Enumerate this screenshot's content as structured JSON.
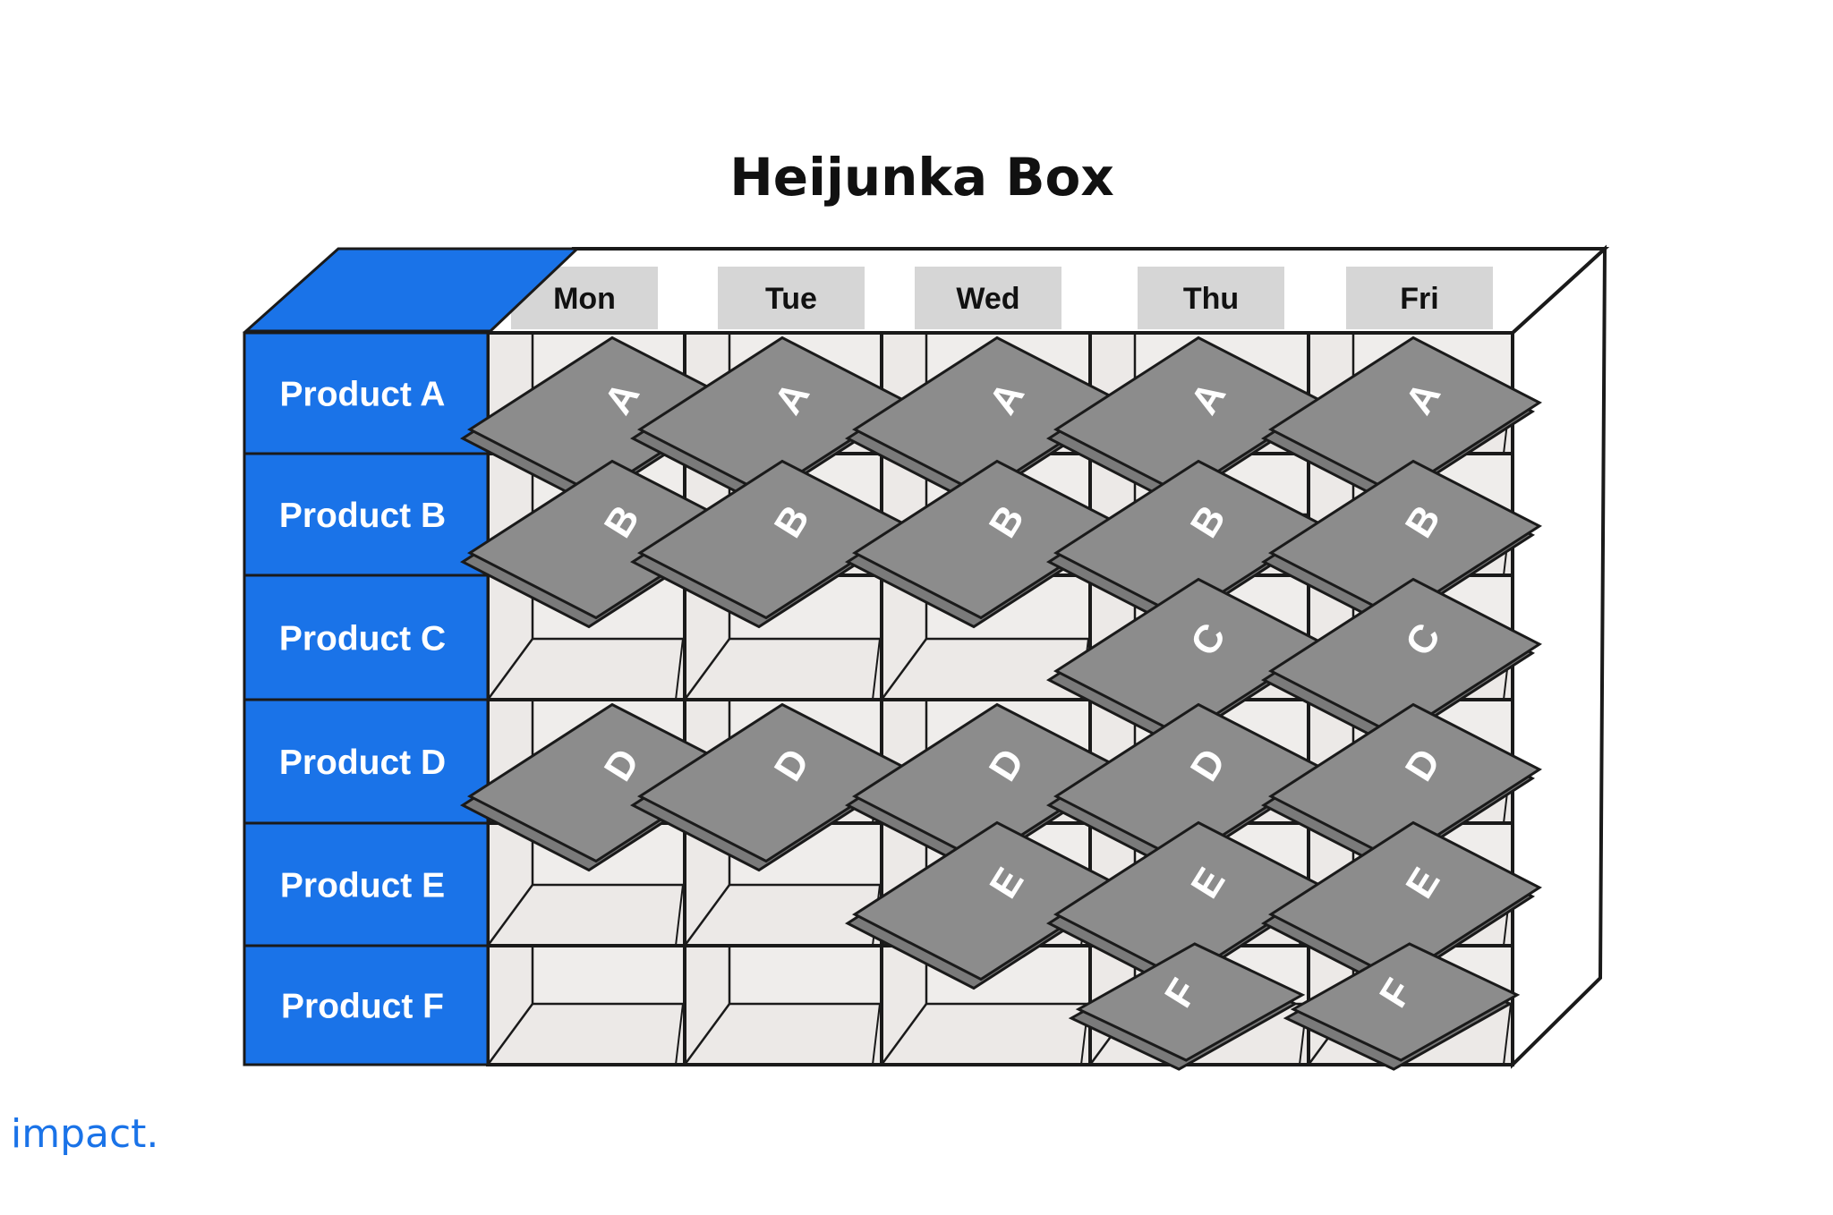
{
  "title": "Heijunka Box",
  "days": [
    "Mon",
    "Tue",
    "Wed",
    "Thu",
    "Fri"
  ],
  "products": [
    "Product A",
    "Product B",
    "Product C",
    "Product D",
    "Product E",
    "Product F"
  ],
  "cards": [
    {
      "letter": "A",
      "row": 0,
      "day": 0
    },
    {
      "letter": "A",
      "row": 0,
      "day": 1
    },
    {
      "letter": "A",
      "row": 0,
      "day": 2
    },
    {
      "letter": "A",
      "row": 0,
      "day": 3
    },
    {
      "letter": "A",
      "row": 0,
      "day": 4
    },
    {
      "letter": "B",
      "row": 1,
      "day": 0
    },
    {
      "letter": "B",
      "row": 1,
      "day": 1
    },
    {
      "letter": "B",
      "row": 1,
      "day": 2
    },
    {
      "letter": "B",
      "row": 1,
      "day": 3
    },
    {
      "letter": "B",
      "row": 1,
      "day": 4
    },
    {
      "letter": "C",
      "row": 2,
      "day": 3
    },
    {
      "letter": "C",
      "row": 2,
      "day": 4
    },
    {
      "letter": "D",
      "row": 3,
      "day": 0
    },
    {
      "letter": "D",
      "row": 3,
      "day": 1
    },
    {
      "letter": "D",
      "row": 3,
      "day": 2
    },
    {
      "letter": "D",
      "row": 3,
      "day": 3
    },
    {
      "letter": "D",
      "row": 3,
      "day": 4
    },
    {
      "letter": "E",
      "row": 4,
      "day": 2
    },
    {
      "letter": "E",
      "row": 4,
      "day": 3
    },
    {
      "letter": "E",
      "row": 4,
      "day": 4
    },
    {
      "letter": "F",
      "row": 5,
      "day": 3
    },
    {
      "letter": "F",
      "row": 5,
      "day": 4
    }
  ],
  "logo": "impact.",
  "colors": {
    "product_panel": "#1a73e8",
    "card": "#8c8c8c",
    "cell": "#ece9e7",
    "day_tab": "#d6d6d6"
  }
}
